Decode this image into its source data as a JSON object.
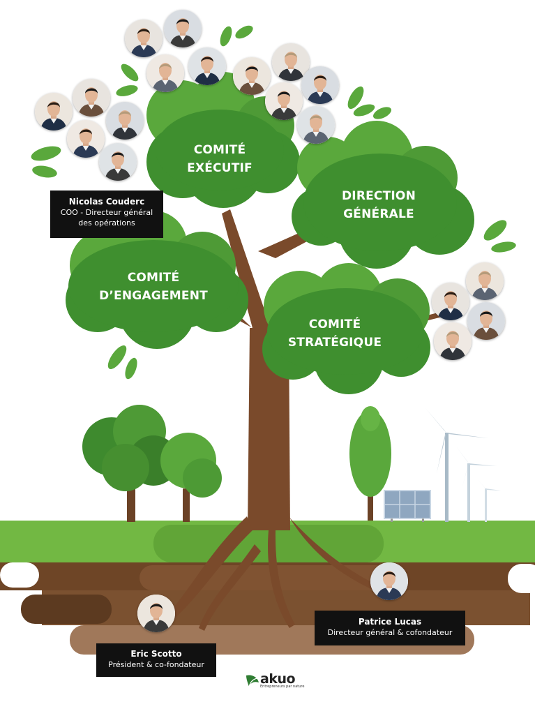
{
  "committees": {
    "executif": {
      "line1": "COMITÉ",
      "line2": "EXÉCUTIF"
    },
    "direction": {
      "line1": "DIRECTION",
      "line2": "GÉNÉRALE"
    },
    "engagement": {
      "line1": "COMITÉ",
      "line2": "D’ENGAGEMENT"
    },
    "strategique": {
      "line1": "COMITÉ",
      "line2": "STRATÉGIQUE"
    }
  },
  "people": {
    "coo": {
      "name": "Nicolas Couderc",
      "role_line1": "COO - Directeur général",
      "role_line2": "des opérations"
    },
    "ceo": {
      "name": "Patrice Lucas",
      "role": "Directeur général & cofondateur"
    },
    "president": {
      "name": "Eric Scotto",
      "role": "Président & co-fondateur"
    }
  },
  "logo": {
    "word": "akuo",
    "tagline": "Entrepreneurs par nature"
  },
  "colors": {
    "leaf": "#3f8f2f",
    "leaf_light": "#5aa83c",
    "trunk": "#7a4a2b",
    "grass": "#72b843",
    "soil": "#7b5130",
    "soil_light": "#a0785a"
  }
}
